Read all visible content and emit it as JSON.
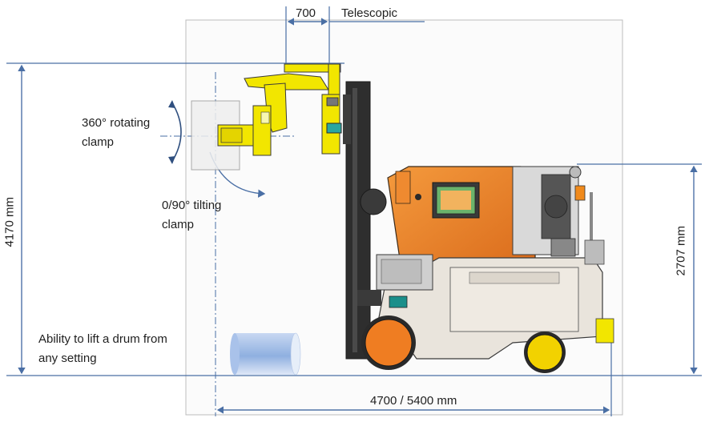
{
  "dimensions": {
    "telescopic_value": "700",
    "telescopic_label": "Telescopic",
    "total_height": "4170 mm",
    "cab_height": "2707 mm",
    "length": "4700 / 5400 mm"
  },
  "annotations": {
    "rotating_clamp_line1": "360° rotating",
    "rotating_clamp_line2": "clamp",
    "tilting_clamp_line1": "0/90° tilting",
    "tilting_clamp_line2": "clamp",
    "drum_line1": "Ability to lift a drum from",
    "drum_line2": "any setting"
  },
  "colors": {
    "dimension_line": "#4a6fa5",
    "clamp_yellow": "#f2e600",
    "body_orange": "#ef7d22",
    "chassis_grey": "#e9e4dc",
    "mast_dark": "#2e2e2e",
    "drum_blue": "#8fb0e0"
  }
}
